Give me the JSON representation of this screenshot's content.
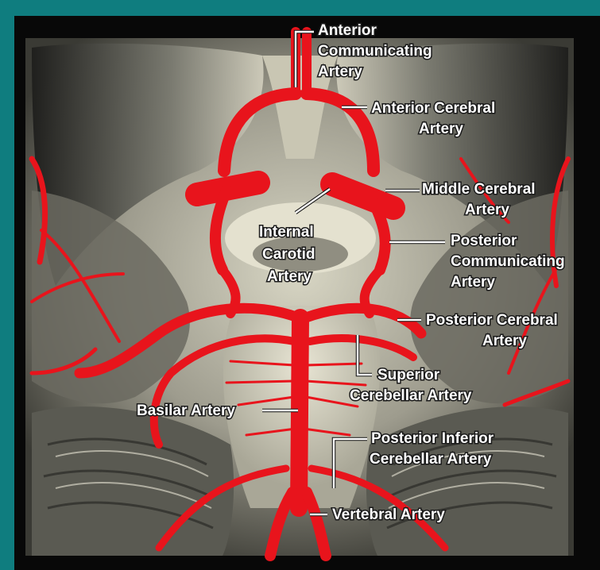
{
  "diagram": {
    "labels": {
      "anterior_communicating": [
        "Anterior",
        "Communicating",
        "Artery"
      ],
      "anterior_cerebral": [
        "Anterior Cerebral",
        "Artery"
      ],
      "middle_cerebral": [
        "Middle Cerebral",
        "Artery"
      ],
      "internal_carotid": [
        "Internal",
        "Carotid",
        "Artery"
      ],
      "posterior_communicating": [
        "Posterior",
        "Communicating",
        "Artery"
      ],
      "posterior_cerebral": [
        "Posterior Cerebral",
        "Artery"
      ],
      "superior_cerebellar": [
        "Superior",
        "Cerebellar Artery"
      ],
      "basilar": [
        "Basilar Artery"
      ],
      "posterior_inferior_cerebellar": [
        "Posterior Inferior",
        "Cerebellar Artery"
      ],
      "vertebral": [
        "Vertebral Artery"
      ]
    }
  },
  "colors": {
    "slide_background": "#0f7d7f",
    "artery_red": "#e8141c",
    "label_text": "#ffffff"
  }
}
